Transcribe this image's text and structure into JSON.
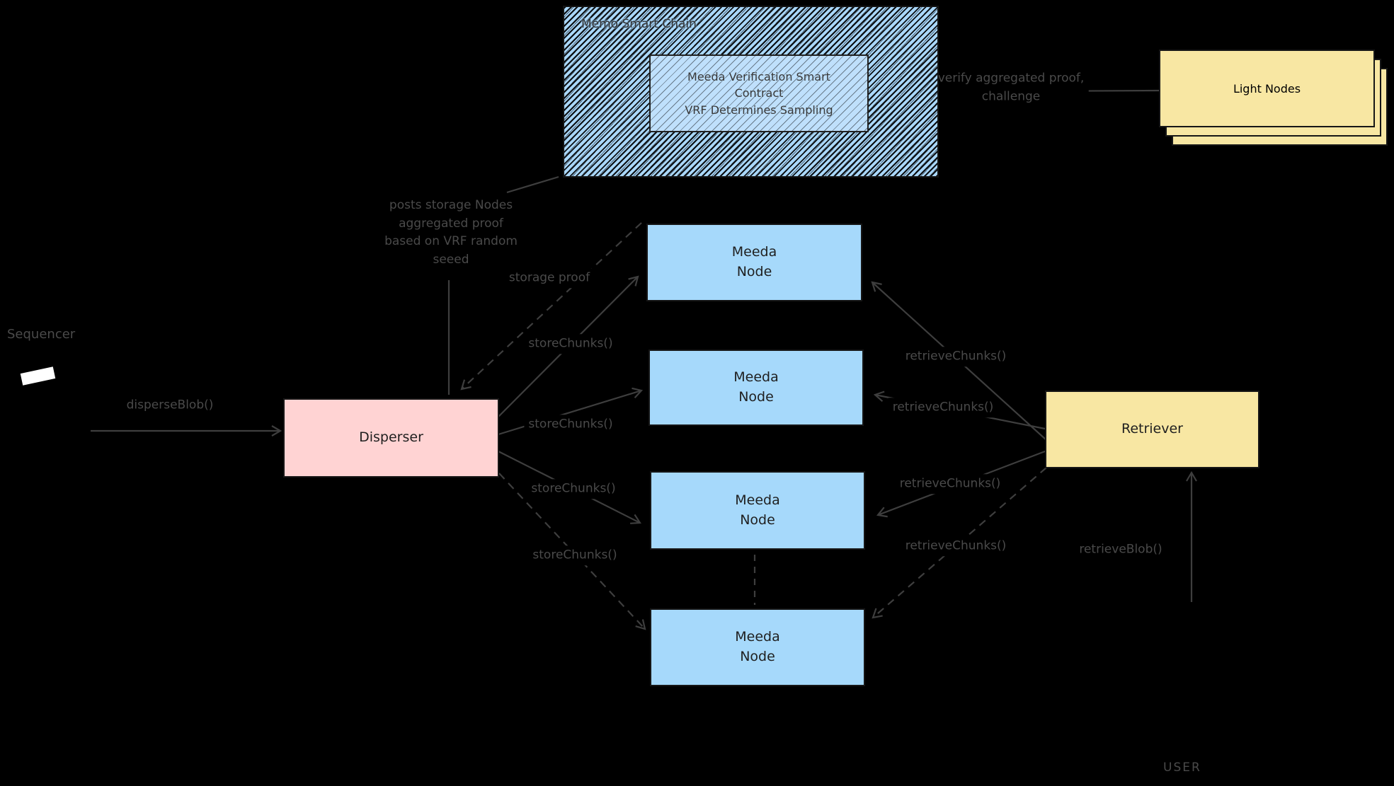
{
  "diagram_title": "Memo Smart Chain",
  "chain": {
    "title": "Memo Smart Chain",
    "contract": "Meeda Verification Smart\nContract\nVRF Determines Sampling"
  },
  "actors": {
    "light_nodes": "Light Nodes",
    "sequencer": "Sequencer",
    "disperser": "Disperser",
    "retriever": "Retriever",
    "user": "USER",
    "meeda_nodes": [
      "Meeda\nNode",
      "Meeda\nNode",
      "Meeda\nNode",
      "Meeda\nNode"
    ]
  },
  "labels": {
    "disperse_blob": "disperseBlob()",
    "store_chunks": [
      "storeChunks()",
      "storeChunks()",
      "storeChunks()",
      "storeChunks()"
    ],
    "retrieve_chunks": [
      "retrieveChunks()",
      "retrieveChunks()",
      "retrieveChunks()",
      "retrieveChunks()"
    ],
    "storage_proof": "storage proof",
    "posts_proof": "posts storage Nodes\naggregated proof\nbased on VRF random\nseeed",
    "verify_proof": "verify aggregated proof,\nchallenge",
    "retrieve_blob": "retrieveBlob()"
  },
  "colors": {
    "background": "#000000",
    "chain_fill": "#a9d7fb",
    "meeda_node_fill": "#a6d9fb",
    "disperser_fill": "#ffd3d3",
    "retriever_fill": "#f8e7a3",
    "light_nodes_fill": "#f8e7a3",
    "connector": "#3e3e3e",
    "edge_label_text": "#4a4a4a",
    "box_text": "#1f1f1f"
  }
}
